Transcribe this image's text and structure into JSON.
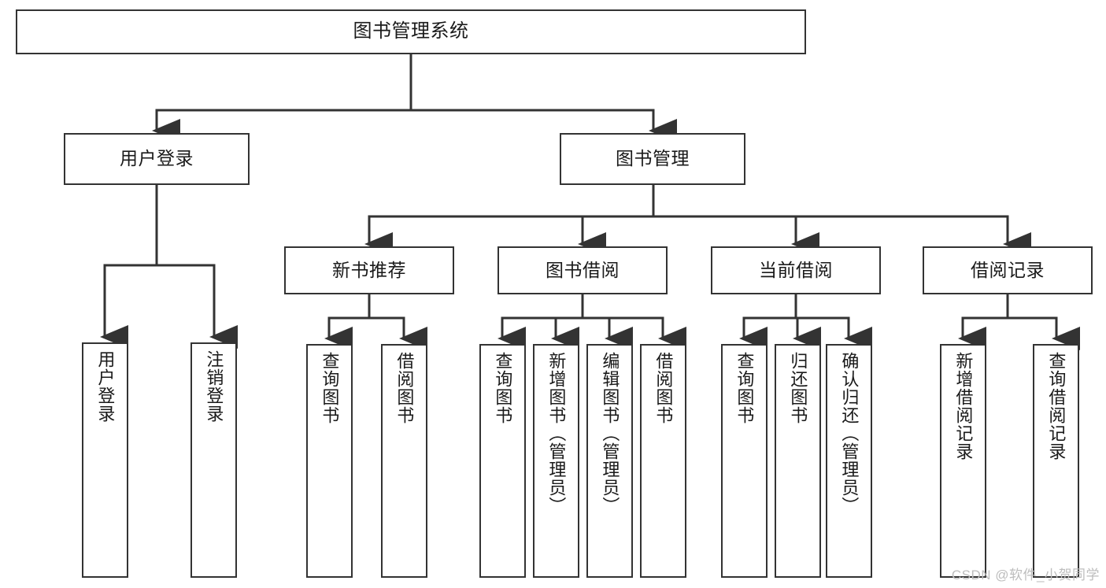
{
  "diagram": {
    "title": "图书管理系统",
    "watermark": "CSDN @软件_小贺同学",
    "line_color": "#333333",
    "box_fill": "#ffffff",
    "text_color": "#1a1a1a",
    "watermark_color": "#bdbdbd"
  },
  "nodes": {
    "root": {
      "label": "图书管理系统"
    },
    "level2": [
      {
        "label": "用户登录"
      },
      {
        "label": "图书管理"
      }
    ],
    "level3": [
      {
        "label": "新书推荐"
      },
      {
        "label": "图书借阅"
      },
      {
        "label": "当前借阅"
      },
      {
        "label": "借阅记录"
      }
    ],
    "leaves": {
      "user_login": [
        {
          "label": "用户登录"
        },
        {
          "label": "注销登录"
        }
      ],
      "new_book": [
        {
          "label": "查询图书"
        },
        {
          "label": "借阅图书"
        }
      ],
      "book_borrow": [
        {
          "label": "查询图书"
        },
        {
          "label": "新增图书（管理员）"
        },
        {
          "label": "编辑图书（管理员）"
        },
        {
          "label": "借阅图书"
        }
      ],
      "current_borrow": [
        {
          "label": "查询图书"
        },
        {
          "label": "归还图书"
        },
        {
          "label": "确认归还（管理员）"
        }
      ],
      "borrow_record": [
        {
          "label": "新增借阅记录"
        },
        {
          "label": "查询借阅记录"
        }
      ]
    }
  }
}
